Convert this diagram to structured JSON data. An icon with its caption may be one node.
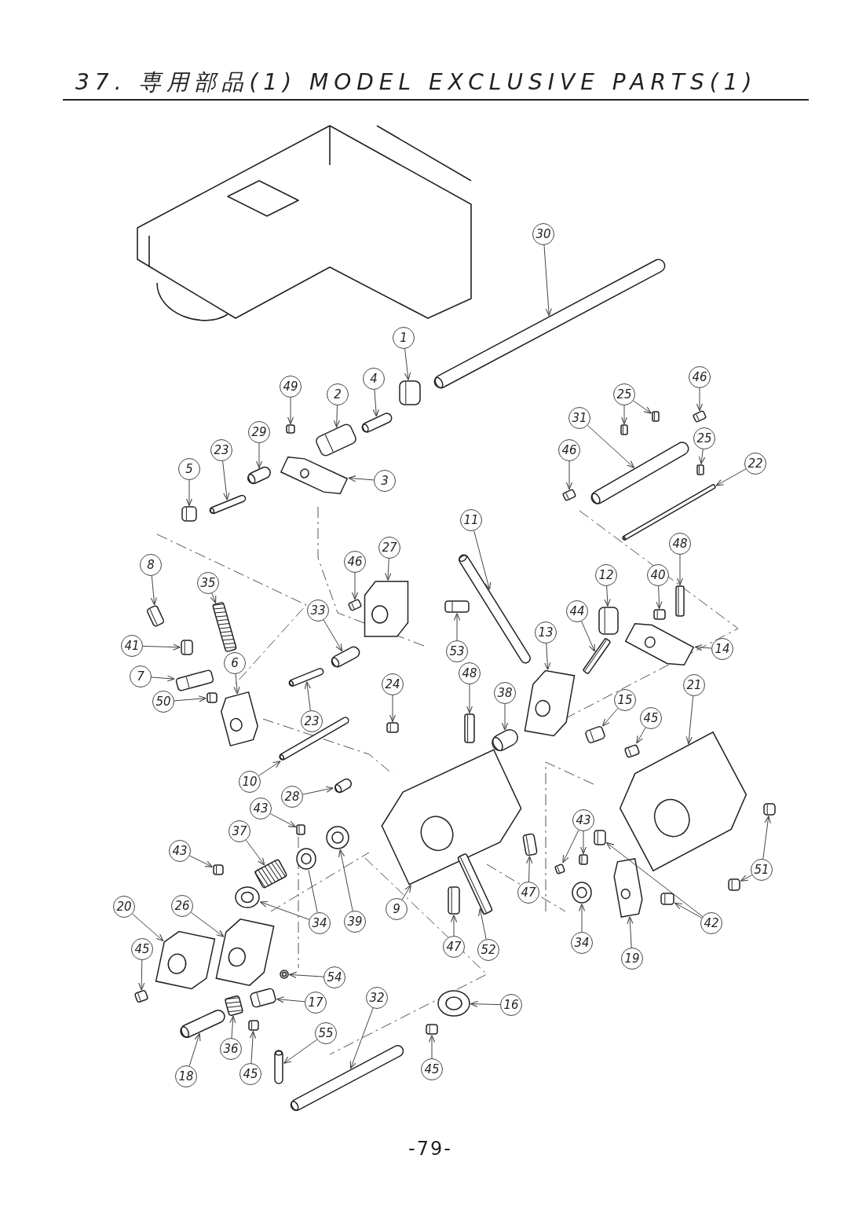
{
  "diagram": {
    "title": "37. 専用部品(1) MODEL EXCLUSIVE PARTS(1)",
    "nodes": [
      {
        "text": [
          "30"
        ]
      },
      {
        "text": [
          "1"
        ]
      },
      {
        "text": [
          "49"
        ]
      },
      {
        "text": [
          "2"
        ]
      },
      {
        "text": [
          "4"
        ]
      },
      {
        "text": [
          "25"
        ]
      },
      {
        "text": [
          "46"
        ]
      },
      {
        "text": [
          "31"
        ]
      },
      {
        "text": [
          "29"
        ]
      },
      {
        "text": [
          "23"
        ]
      },
      {
        "text": [
          "5"
        ]
      },
      {
        "text": [
          "3"
        ]
      },
      {
        "text": [
          "46"
        ]
      },
      {
        "text": [
          "25"
        ]
      },
      {
        "text": [
          "22"
        ]
      },
      {
        "text": [
          "11"
        ]
      },
      {
        "text": [
          "27"
        ]
      },
      {
        "text": [
          "46"
        ]
      },
      {
        "text": [
          "8"
        ]
      },
      {
        "text": [
          "35"
        ]
      },
      {
        "text": [
          "48"
        ]
      },
      {
        "text": [
          "12"
        ]
      },
      {
        "text": [
          "40"
        ]
      },
      {
        "text": [
          "33"
        ]
      },
      {
        "text": [
          "44"
        ]
      },
      {
        "text": [
          "53"
        ]
      },
      {
        "text": [
          "13"
        ]
      },
      {
        "text": [
          "41"
        ]
      },
      {
        "text": [
          "14"
        ]
      },
      {
        "text": [
          "6"
        ]
      },
      {
        "text": [
          "7"
        ]
      },
      {
        "text": [
          "24"
        ]
      },
      {
        "text": [
          "48"
        ]
      },
      {
        "text": [
          "38"
        ]
      },
      {
        "text": [
          "21"
        ]
      },
      {
        "text": [
          "15"
        ]
      },
      {
        "text": [
          "45"
        ]
      },
      {
        "text": [
          "50"
        ]
      },
      {
        "text": [
          "23"
        ]
      },
      {
        "text": [
          "10"
        ]
      },
      {
        "text": [
          "28"
        ]
      },
      {
        "text": [
          "43"
        ]
      },
      {
        "text": [
          "37"
        ]
      },
      {
        "text": [
          "43"
        ]
      },
      {
        "text": [
          "20"
        ]
      },
      {
        "text": [
          "26"
        ]
      },
      {
        "text": [
          "34"
        ]
      },
      {
        "text": [
          "39"
        ]
      },
      {
        "text": [
          "9"
        ]
      },
      {
        "text": [
          "47"
        ]
      },
      {
        "text": [
          "43"
        ]
      },
      {
        "text": [
          "51"
        ]
      },
      {
        "text": [
          "42"
        ]
      },
      {
        "text": [
          "45"
        ]
      },
      {
        "text": [
          "54"
        ]
      },
      {
        "text": [
          "17"
        ]
      },
      {
        "text": [
          "16"
        ]
      },
      {
        "text": [
          "32"
        ]
      },
      {
        "text": [
          "47"
        ]
      },
      {
        "text": [
          "52"
        ]
      },
      {
        "text": [
          "34"
        ]
      },
      {
        "text": [
          "19"
        ]
      },
      {
        "text": [
          "55"
        ]
      },
      {
        "text": [
          "18"
        ]
      },
      {
        "text": [
          "36"
        ]
      },
      {
        "text": [
          "45"
        ]
      },
      {
        "text": [
          "45"
        ]
      },
      {
        "text": [],
        "shape": "cylinder"
      },
      {
        "text": [],
        "shape": "box"
      },
      {
        "text": [],
        "shape": "box"
      },
      {
        "text": [],
        "shape": "box"
      },
      {
        "text": [],
        "shape": "cylinder"
      },
      {
        "text": [],
        "shape": "box"
      },
      {
        "text": [],
        "shape": "box"
      },
      {
        "text": [],
        "shape": "box"
      },
      {
        "text": [],
        "shape": "cylinder"
      },
      {
        "text": [],
        "shape": "cylinder"
      },
      {
        "text": [],
        "shape": "cylinder"
      },
      {
        "text": [],
        "shape": "box"
      },
      {
        "text": [],
        "shape": "plate"
      },
      {
        "text": [],
        "shape": "box"
      },
      {
        "text": [],
        "shape": "box"
      },
      {
        "text": [],
        "shape": "cylinder"
      },
      {
        "text": [],
        "shape": "cylinder"
      },
      {
        "text": [],
        "shape": "plate"
      },
      {
        "text": [],
        "shape": "box"
      },
      {
        "text": [],
        "shape": "box"
      },
      {
        "text": [],
        "shape": "spring"
      },
      {
        "text": [],
        "shape": "box"
      },
      {
        "text": [],
        "shape": "box"
      },
      {
        "text": [],
        "shape": "box"
      },
      {
        "text": [],
        "shape": "cylinder"
      },
      {
        "text": [],
        "shape": "box"
      },
      {
        "text": [],
        "shape": "box"
      },
      {
        "text": [],
        "shape": "plate"
      },
      {
        "text": [],
        "shape": "box"
      },
      {
        "text": [],
        "shape": "plate"
      },
      {
        "text": [],
        "shape": "plate"
      },
      {
        "text": [],
        "shape": "box"
      },
      {
        "text": [],
        "shape": "box"
      },
      {
        "text": [],
        "shape": "box"
      },
      {
        "text": [],
        "shape": "cylinder"
      },
      {
        "text": [],
        "shape": "plate"
      },
      {
        "text": [],
        "shape": "box"
      },
      {
        "text": [],
        "shape": "box"
      },
      {
        "text": [],
        "shape": "box"
      },
      {
        "text": [],
        "shape": "cylinder"
      },
      {
        "text": [],
        "shape": "cylinder"
      },
      {
        "text": [],
        "shape": "cylinder"
      },
      {
        "text": [],
        "shape": "box"
      },
      {
        "text": [],
        "shape": "spring"
      },
      {
        "text": [],
        "shape": "box"
      },
      {
        "text": [],
        "shape": "plate"
      },
      {
        "text": [],
        "shape": "plate"
      },
      {
        "text": [],
        "shape": "circle"
      },
      {
        "text": [],
        "shape": "circle"
      },
      {
        "text": [],
        "shape": "circle"
      },
      {
        "text": [],
        "shape": "plate"
      },
      {
        "text": [],
        "shape": "box"
      },
      {
        "text": [],
        "shape": "box"
      },
      {
        "text": [],
        "shape": "box"
      },
      {
        "text": [],
        "shape": "box"
      },
      {
        "text": [],
        "shape": "box"
      },
      {
        "text": [],
        "shape": "box"
      },
      {
        "text": [],
        "shape": "box"
      },
      {
        "text": [],
        "shape": "box"
      },
      {
        "text": [],
        "shape": "circle"
      },
      {
        "text": [],
        "shape": "box"
      },
      {
        "text": [],
        "shape": "circle"
      },
      {
        "text": [],
        "shape": "cylinder"
      },
      {
        "text": [],
        "shape": "box"
      },
      {
        "text": [],
        "shape": "box"
      },
      {
        "text": [],
        "shape": "circle"
      },
      {
        "text": [],
        "shape": "plate"
      },
      {
        "text": [],
        "shape": "cylinder"
      },
      {
        "text": [],
        "shape": "cylinder"
      },
      {
        "text": [],
        "shape": "spring"
      },
      {
        "text": [],
        "shape": "box"
      },
      {
        "text": [],
        "shape": "box"
      }
    ],
    "edges": [
      {
        "from": 0,
        "to": 67,
        "arrow": "to"
      },
      {
        "from": 1,
        "to": 68,
        "arrow": "to"
      },
      {
        "from": 2,
        "to": 69,
        "arrow": "to"
      },
      {
        "from": 3,
        "to": 70,
        "arrow": "to"
      },
      {
        "from": 4,
        "to": 71,
        "arrow": "to"
      },
      {
        "from": 5,
        "to": 72,
        "arrow": "to"
      },
      {
        "from": 5,
        "to": 73,
        "arrow": "to"
      },
      {
        "from": 6,
        "to": 74,
        "arrow": "to"
      },
      {
        "from": 7,
        "to": 75,
        "arrow": "to"
      },
      {
        "from": 8,
        "to": 76,
        "arrow": "to"
      },
      {
        "from": 9,
        "to": 77,
        "arrow": "to"
      },
      {
        "from": 10,
        "to": 78,
        "arrow": "to"
      },
      {
        "from": 11,
        "to": 79,
        "arrow": "to"
      },
      {
        "from": 12,
        "to": 80,
        "arrow": "to"
      },
      {
        "from": 13,
        "to": 81,
        "arrow": "to"
      },
      {
        "from": 14,
        "to": 82,
        "arrow": "to"
      },
      {
        "from": 15,
        "to": 83,
        "arrow": "to"
      },
      {
        "from": 16,
        "to": 84,
        "arrow": "to"
      },
      {
        "from": 17,
        "to": 85,
        "arrow": "to"
      },
      {
        "from": 18,
        "to": 86,
        "arrow": "to"
      },
      {
        "from": 19,
        "to": 87,
        "arrow": "to"
      },
      {
        "from": 20,
        "to": 88,
        "arrow": "to"
      },
      {
        "from": 21,
        "to": 89,
        "arrow": "to"
      },
      {
        "from": 22,
        "to": 90,
        "arrow": "to"
      },
      {
        "from": 23,
        "to": 91,
        "arrow": "to"
      },
      {
        "from": 24,
        "to": 92,
        "arrow": "to"
      },
      {
        "from": 25,
        "to": 93,
        "arrow": "to"
      },
      {
        "from": 26,
        "to": 94,
        "arrow": "to"
      },
      {
        "from": 27,
        "to": 95,
        "arrow": "to"
      },
      {
        "from": 28,
        "to": 96,
        "arrow": "to"
      },
      {
        "from": 29,
        "to": 97,
        "arrow": "to"
      },
      {
        "from": 30,
        "to": 98,
        "arrow": "to"
      },
      {
        "from": 31,
        "to": 99,
        "arrow": "to"
      },
      {
        "from": 32,
        "to": 100,
        "arrow": "to"
      },
      {
        "from": 33,
        "to": 101,
        "arrow": "to"
      },
      {
        "from": 34,
        "to": 102,
        "arrow": "to"
      },
      {
        "from": 35,
        "to": 103,
        "arrow": "to"
      },
      {
        "from": 36,
        "to": 104,
        "arrow": "to"
      },
      {
        "from": 37,
        "to": 105,
        "arrow": "to"
      },
      {
        "from": 38,
        "to": 106,
        "arrow": "to"
      },
      {
        "from": 39,
        "to": 107,
        "arrow": "to"
      },
      {
        "from": 40,
        "to": 108,
        "arrow": "to"
      },
      {
        "from": 41,
        "to": 109,
        "arrow": "to"
      },
      {
        "from": 42,
        "to": 110,
        "arrow": "to"
      },
      {
        "from": 43,
        "to": 111,
        "arrow": "to"
      },
      {
        "from": 44,
        "to": 112,
        "arrow": "to"
      },
      {
        "from": 45,
        "to": 113,
        "arrow": "to"
      },
      {
        "from": 46,
        "to": 114,
        "arrow": "to"
      },
      {
        "from": 46,
        "to": 115,
        "arrow": "none"
      },
      {
        "from": 47,
        "to": 116,
        "arrow": "to"
      },
      {
        "from": 48,
        "to": 117,
        "arrow": "to"
      },
      {
        "from": 49,
        "to": 118,
        "arrow": "to"
      },
      {
        "from": 50,
        "to": 119,
        "arrow": "to"
      },
      {
        "from": 50,
        "to": 120,
        "arrow": "to"
      },
      {
        "from": 51,
        "to": 121,
        "arrow": "to"
      },
      {
        "from": 51,
        "to": 122,
        "arrow": "to"
      },
      {
        "from": 52,
        "to": 123,
        "arrow": "to"
      },
      {
        "from": 52,
        "to": 124,
        "arrow": "to"
      },
      {
        "from": 53,
        "to": 125,
        "arrow": "to"
      },
      {
        "from": 54,
        "to": 126,
        "arrow": "to"
      },
      {
        "from": 55,
        "to": 127,
        "arrow": "to"
      },
      {
        "from": 56,
        "to": 128,
        "arrow": "to"
      },
      {
        "from": 57,
        "to": 129,
        "arrow": "to"
      },
      {
        "from": 58,
        "to": 130,
        "arrow": "to"
      },
      {
        "from": 59,
        "to": 131,
        "arrow": "to"
      },
      {
        "from": 60,
        "to": 132,
        "arrow": "to"
      },
      {
        "from": 61,
        "to": 133,
        "arrow": "to"
      },
      {
        "from": 62,
        "to": 134,
        "arrow": "to"
      },
      {
        "from": 63,
        "to": 135,
        "arrow": "to"
      },
      {
        "from": 64,
        "to": 136,
        "arrow": "to"
      },
      {
        "from": 65,
        "to": 137,
        "arrow": "to"
      },
      {
        "from": 66,
        "to": 138,
        "arrow": "to"
      }
    ],
    "labels": [
      "-79-"
    ]
  }
}
